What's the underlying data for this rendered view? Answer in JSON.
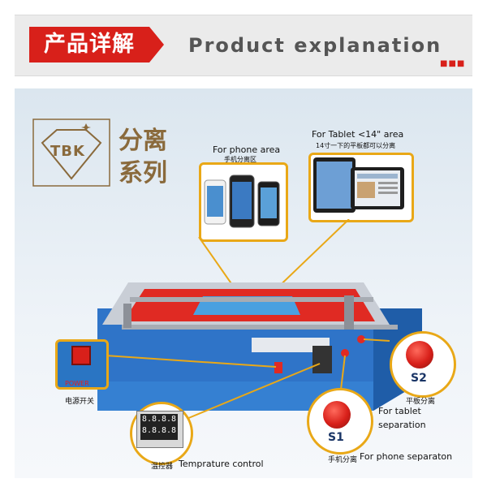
{
  "header": {
    "title_cn": "产品详解",
    "title_en": "Product explanation",
    "dots": "■■■"
  },
  "logo": {
    "brand": "TBK",
    "series_line1": "分离",
    "series_line2": "系列"
  },
  "callouts": {
    "phone_area_en": "For phone area",
    "phone_area_cn": "手机分离区",
    "tablet_area_en": "For Tablet <14\" area",
    "tablet_area_cn": "14寸一下的平板都可以分离"
  },
  "controls": {
    "power_label": "POWER",
    "power_cn": "电源开关",
    "temp_cn": "温控器",
    "temp_en": "Temprature control",
    "temp_display_top": "8.8.8.8",
    "temp_display_bottom": "8.8.8.8",
    "s2_label": "S2",
    "s2_cn": "平板分离",
    "s1_label": "S1",
    "s1_cn": "手机分离",
    "tablet_sep_line1": "For tablet",
    "tablet_sep_line2": "separation",
    "phone_sep_en": "For phone separaton"
  },
  "colors": {
    "accent_red": "#d8201a",
    "accent_gold": "#e9a817",
    "machine_blue": "#3a7fd0",
    "brand_brown": "#8a6a3c"
  }
}
